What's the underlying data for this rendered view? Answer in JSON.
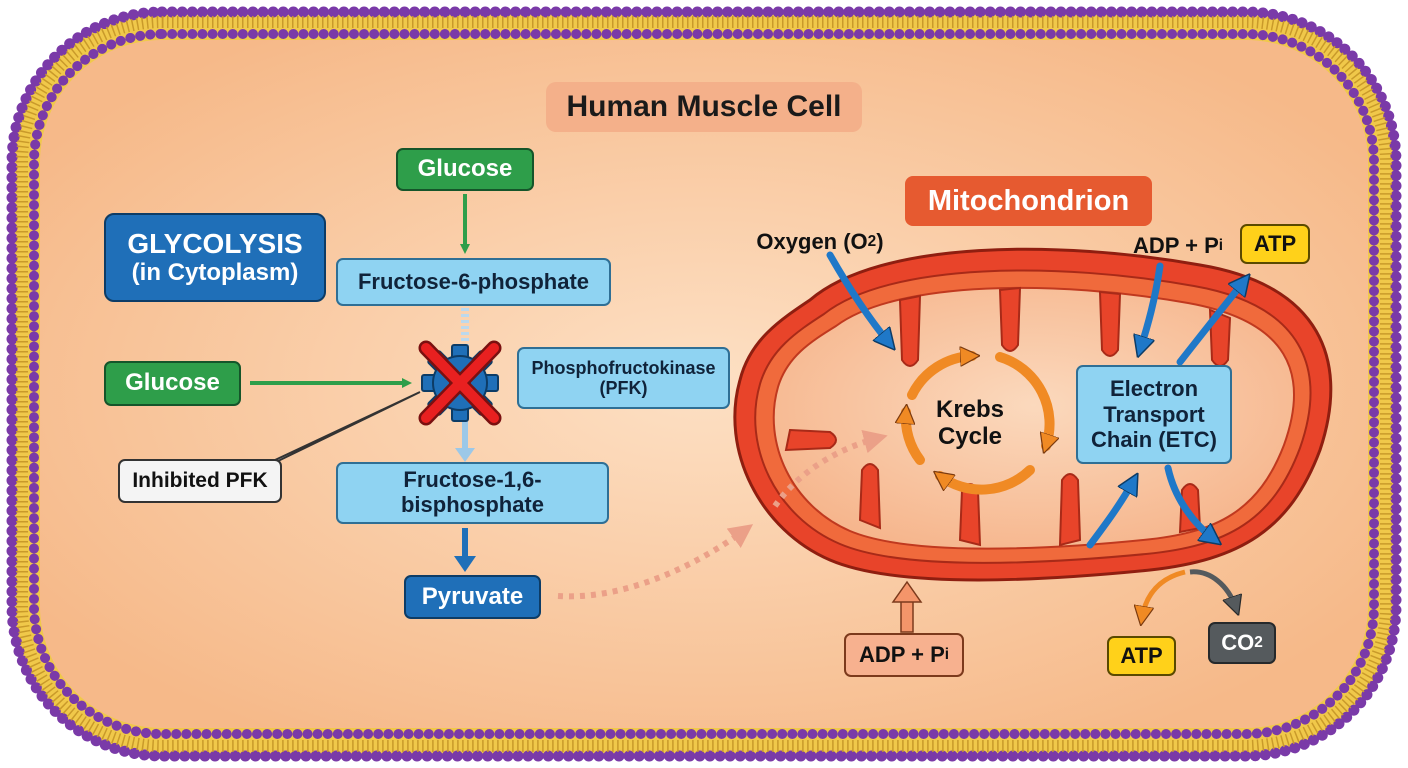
{
  "title": "Human Muscle Cell",
  "glycolysis": {
    "line1": "GLYCOLYSIS",
    "line2": "(in Cytoplasm)"
  },
  "labels": {
    "glucose_top": "Glucose",
    "fructose6p": "Fructose-6-phosphate",
    "glucose_side": "Glucose",
    "pfk_line1": "Phosphofructokinase",
    "pfk_line2": "(PFK)",
    "inhibited_pfk": "Inhibited PFK",
    "f16bp_line1": "Fructose-1,6-",
    "f16bp_line2": "bisphosphate",
    "pyruvate": "Pyruvate"
  },
  "mito": {
    "title": "Mitochondrion",
    "oxygen_main": "Oxygen (O",
    "oxygen_sub": "2",
    "oxygen_close": ")",
    "krebs_line1": "Krebs",
    "krebs_line2": "Cycle",
    "etc_line1": "Electron",
    "etc_line2": "Transport",
    "etc_line3": "Chain (ETC)",
    "adp_main": "ADP + P",
    "adp_sub": "i",
    "atp": "ATP",
    "co2_main": "CO",
    "co2_sub": "2"
  },
  "colors": {
    "membrane_purple": "#8a4ab8",
    "membrane_yellow": "#f0c84a",
    "cytoplasm": "#f8c9a0",
    "mitochondrion": "#e8442a",
    "green": "#2e9e4a",
    "light_blue": "#8fd3f2",
    "dark_blue": "#1f6fb8",
    "arrow_blue": "#1f78c8",
    "inhibit_red": "#e82020",
    "krebs_orange": "#f08a24",
    "atp_yellow": "#ffd11a"
  }
}
